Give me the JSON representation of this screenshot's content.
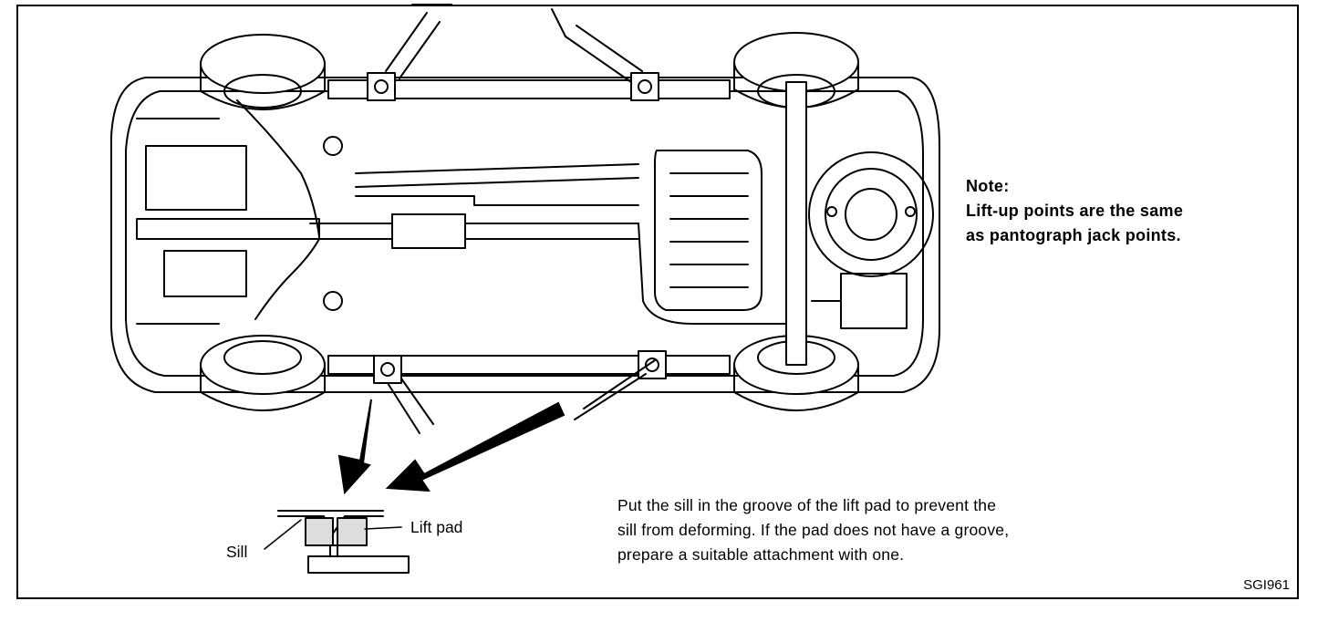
{
  "note": {
    "heading": "Note:",
    "line1": "Lift-up points are the same",
    "line2": "as pantograph jack points."
  },
  "instruction": {
    "line1": "Put the sill in the groove of the lift pad to prevent the",
    "line2": "sill from deforming. If the pad does not have a groove,",
    "line3": "prepare a suitable attachment with one."
  },
  "detail_labels": {
    "lift_pad": "Lift pad",
    "sill": "Sill"
  },
  "figure_code": "SGI961"
}
